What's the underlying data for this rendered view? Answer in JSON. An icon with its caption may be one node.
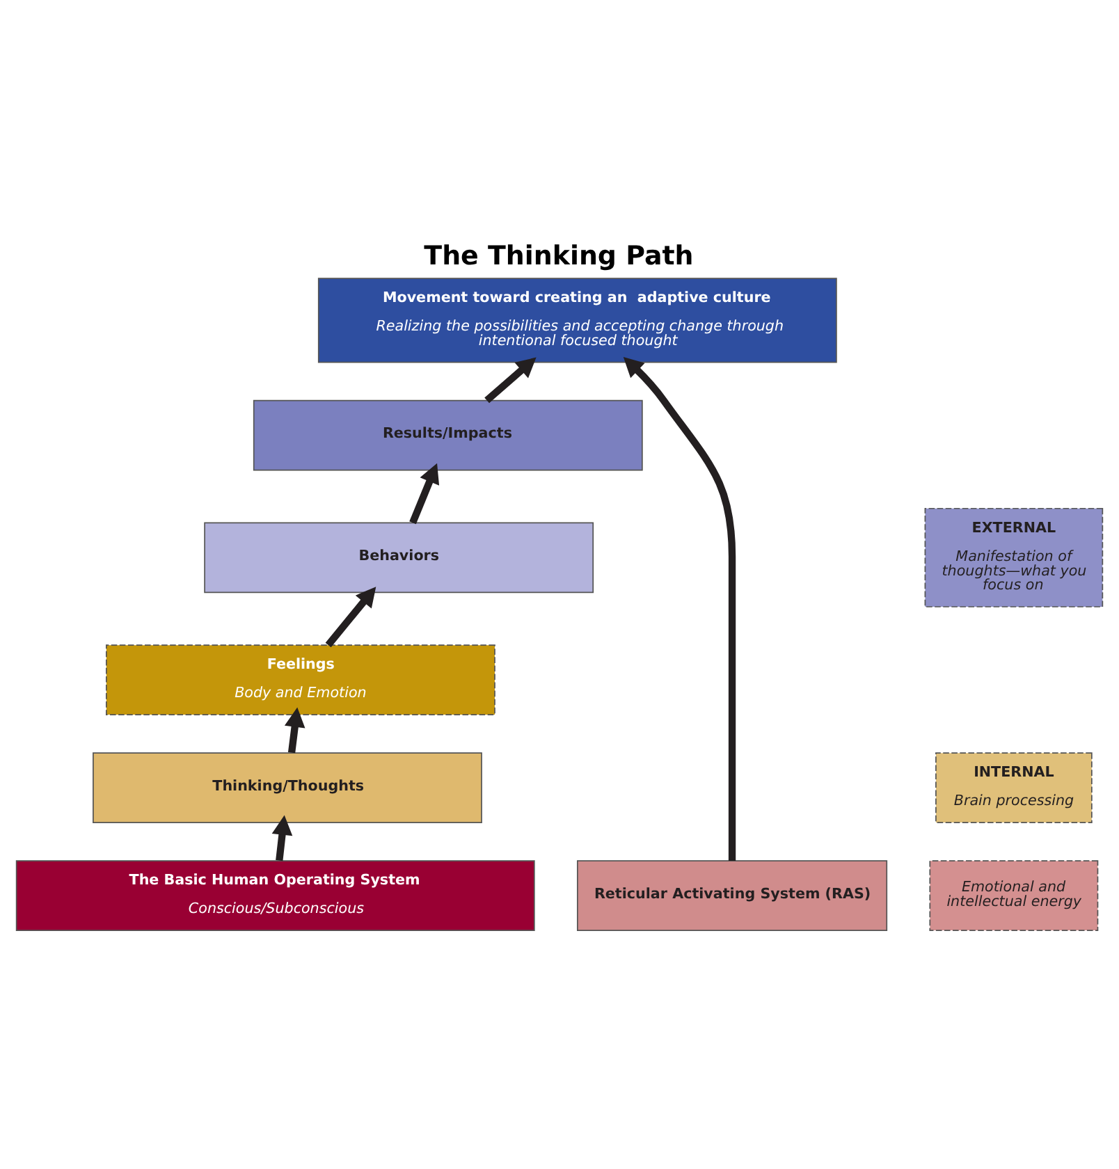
{
  "diagram": {
    "title": "The Thinking Path",
    "nodes": [
      {
        "text": [
          "Movement toward creating an  adaptive culture",
          "Realizing the possibilities and accepting change through intentional focused thought"
        ]
      },
      {
        "text": [
          "Results/Impacts"
        ]
      },
      {
        "text": [
          "Behaviors"
        ]
      },
      {
        "text": [
          "Feelings",
          "Body and Emotion"
        ]
      },
      {
        "text": [
          "Thinking/Thoughts"
        ]
      },
      {
        "text": [
          "Reticular Activating System (RAS)"
        ]
      },
      {
        "text": [
          "The Basic Human Operating System",
          "Conscious/Subconscious"
        ]
      },
      {
        "text": [
          "EXTERNAL",
          "Manifestation of thoughts—what you focus on"
        ]
      },
      {
        "text": [
          "INTERNAL",
          "Brain processing"
        ]
      },
      {
        "text": [
          "Emotional and intellectual energy"
        ]
      }
    ],
    "edges": [
      {
        "from": 1,
        "to": 0,
        "arrow": "to"
      },
      {
        "from": 2,
        "to": 1,
        "arrow": "to"
      },
      {
        "from": 3,
        "to": 2,
        "arrow": "to"
      },
      {
        "from": 4,
        "to": 3,
        "arrow": "to"
      },
      {
        "from": 6,
        "to": 4,
        "arrow": "to"
      },
      {
        "from": 5,
        "to": 0,
        "arrow": "to"
      }
    ]
  }
}
